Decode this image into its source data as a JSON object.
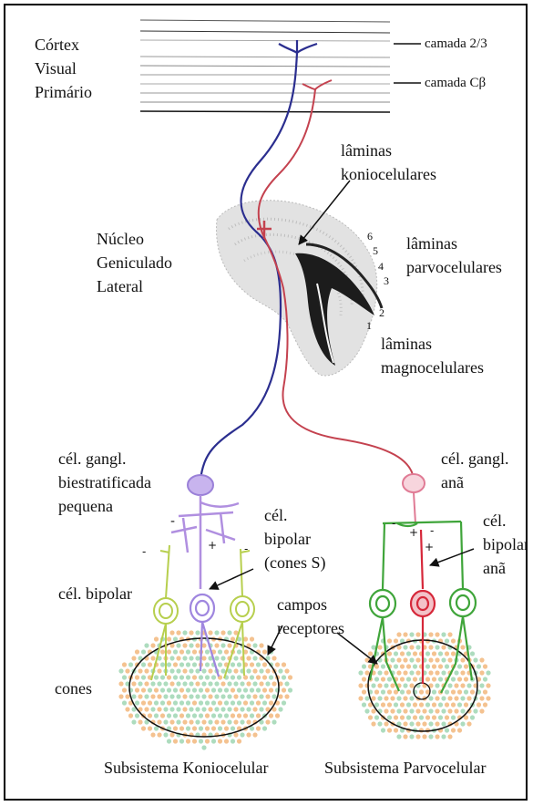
{
  "cortex": {
    "line1": "Córtex",
    "line2": "Visual",
    "line3": "Primário",
    "layer_23": "camada 2/3",
    "layer_cb": "camada Cβ"
  },
  "lgn": {
    "line1": "Núcleo",
    "line2": "Geniculado",
    "line3": "Lateral",
    "konio_1": "lâminas",
    "konio_2": "koniocelulares",
    "parvo_1": "lâminas",
    "parvo_2": "parvocelulares",
    "magno_1": "lâminas",
    "magno_2": "magnocelulares",
    "layer_numbers": [
      "6",
      "5",
      "4",
      "3",
      "2",
      "1"
    ]
  },
  "konio_system": {
    "ganglion_1": "cél. gangl.",
    "ganglion_2": "biestratificada",
    "ganglion_3": "pequena",
    "bipolar_s_1": "cél.",
    "bipolar_s_2": "bipolar",
    "bipolar_s_3": "(cones S)",
    "bipolar": "cél. bipolar",
    "cones": "cones",
    "receptive_1": "campos",
    "receptive_2": "receptores",
    "caption": "Subsistema Koniocelular"
  },
  "parvo_system": {
    "ganglion_1": "cél. gangl.",
    "ganglion_2": "anã",
    "bipolar_1": "cél.",
    "bipolar_2": "bipolar",
    "bipolar_3": "anã",
    "caption": "Subsistema Parvocelular"
  },
  "colors": {
    "blue_path": "#2b2e8f",
    "red_path": "#c4424f",
    "violet_cell": "#b08fe0",
    "pink_cell": "#e9a0b2",
    "yellowgreen_cell": "#b7cf4e",
    "green_cell": "#3fa53a",
    "red_cell": "#d6283a",
    "cone_orange": "#f2b77d",
    "cone_green": "#9fd6b3"
  }
}
